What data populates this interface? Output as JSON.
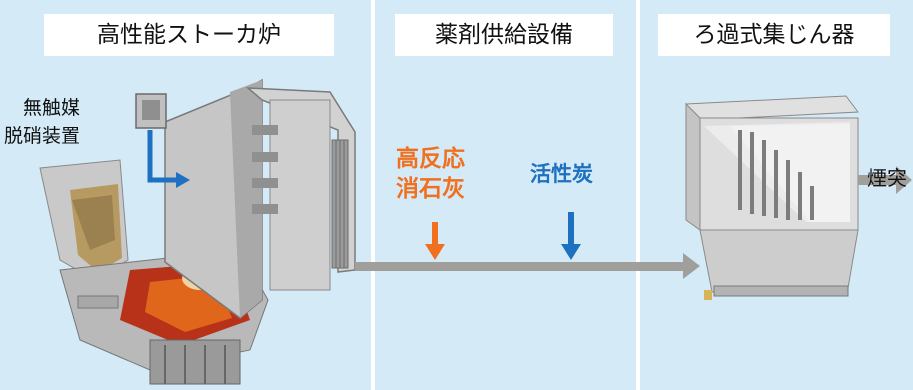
{
  "sections": [
    {
      "title": "高性能ストーカ炉"
    },
    {
      "title": "薬剤供給設備"
    },
    {
      "title": "ろ過式集じん器"
    }
  ],
  "labels": {
    "denox_line1": "無触媒",
    "denox_line2": "脱硝装置",
    "lime_line1": "高反応",
    "lime_line2": "消石灰",
    "activated_carbon": "活性炭",
    "chimney": "煙突"
  },
  "colors": {
    "panel_bg": "#d4ebf7",
    "lime_orange": "#f07020",
    "carbon_blue": "#1e70c0",
    "duct_gray": "#a09f9b"
  }
}
